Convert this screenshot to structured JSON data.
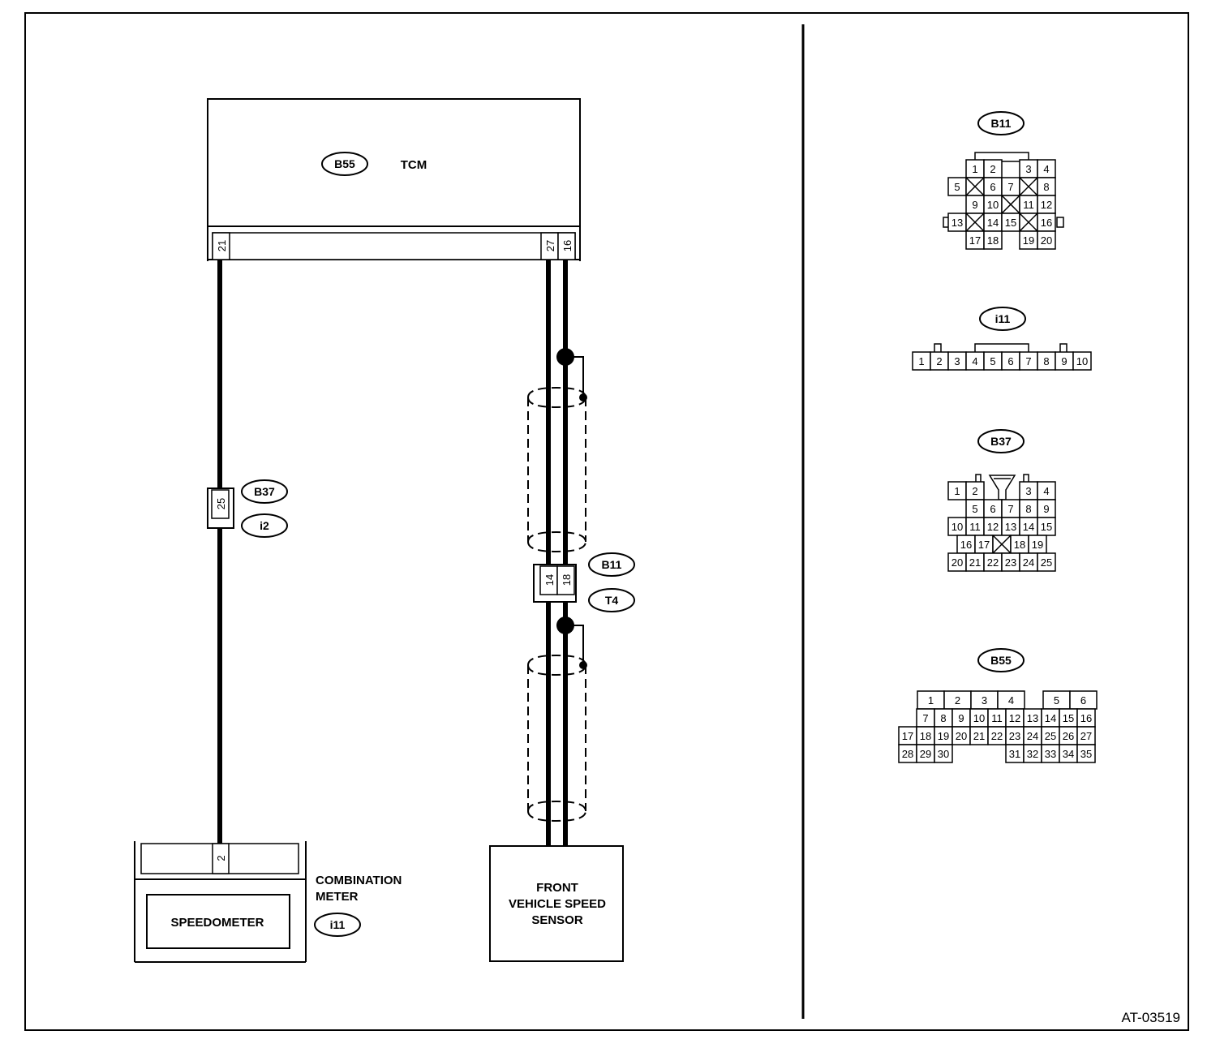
{
  "doc_id": "AT-03519",
  "tcm": {
    "connector": "B55",
    "label": "TCM",
    "pins": [
      "21",
      "27",
      "16"
    ]
  },
  "joint_b37_i2": {
    "pin": "25",
    "connectors": [
      "B37",
      "i2"
    ]
  },
  "joint_b11_t4": {
    "pins": [
      "14",
      "18"
    ],
    "connectors": [
      "B11",
      "T4"
    ]
  },
  "combination_meter": {
    "label_line1": "COMBINATION",
    "label_line2": "METER",
    "connector": "i11",
    "pin": "2",
    "gauge": "SPEEDOMETER"
  },
  "speed_sensor": {
    "line1": "FRONT",
    "line2": "VEHICLE SPEED",
    "line3": "SENSOR"
  },
  "connector_views": {
    "b11": {
      "label": "B11",
      "rows": [
        [
          "1",
          "2",
          "3",
          "4"
        ],
        [
          "5",
          "6",
          "7",
          "8"
        ],
        [
          "9",
          "10",
          "11",
          "12"
        ],
        [
          "13",
          "14",
          "15",
          "16"
        ],
        [
          "17",
          "18",
          "19",
          "20"
        ]
      ]
    },
    "i11": {
      "label": "i11",
      "pins": [
        "1",
        "2",
        "3",
        "4",
        "5",
        "6",
        "7",
        "8",
        "9",
        "10"
      ]
    },
    "b37": {
      "label": "B37",
      "rows": [
        [
          "1",
          "2",
          "3",
          "4"
        ],
        [
          "5",
          "6",
          "7",
          "8",
          "9"
        ],
        [
          "10",
          "11",
          "12",
          "13",
          "14",
          "15"
        ],
        [
          "16",
          "17",
          "18",
          "19"
        ],
        [
          "20",
          "21",
          "22",
          "23",
          "24",
          "25"
        ]
      ]
    },
    "b55": {
      "label": "B55",
      "rows": [
        [
          "1",
          "2",
          "3",
          "4",
          "5",
          "6"
        ],
        [
          "7",
          "8",
          "9",
          "10",
          "11",
          "12",
          "13",
          "14",
          "15",
          "16"
        ],
        [
          "17",
          "18",
          "19",
          "20",
          "21",
          "22",
          "23",
          "24",
          "25",
          "26",
          "27"
        ],
        [
          "28",
          "29",
          "30",
          "31",
          "32",
          "33",
          "34",
          "35"
        ]
      ]
    }
  }
}
